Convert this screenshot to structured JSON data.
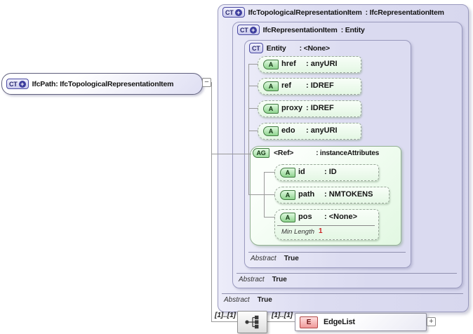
{
  "root": {
    "badge": "CT",
    "plus": "+",
    "name": "IfcPath",
    "type": ": IfcTopologicalRepresentationItem",
    "collapse": "−"
  },
  "outer": {
    "badge": "CT",
    "plus": "+",
    "name": "IfcTopologicalRepresentationItem",
    "type": ": IfcRepresentationItem",
    "abstract_label": "Abstract",
    "abstract_value": "True"
  },
  "repitem": {
    "badge": "CT",
    "plus": "+",
    "name": "IfcRepresentationItem",
    "type": ": Entity",
    "abstract_label": "Abstract",
    "abstract_value": "True"
  },
  "entity": {
    "badge": "CT",
    "name": "Entity",
    "type": ": <None>",
    "abstract_label": "Abstract",
    "abstract_value": "True",
    "attributes": [
      {
        "badge": "A",
        "name": "href",
        "type": ": anyURI"
      },
      {
        "badge": "A",
        "name": "ref",
        "type": ": IDREF"
      },
      {
        "badge": "A",
        "name": "proxy",
        "type": ": IDREF"
      },
      {
        "badge": "A",
        "name": "edo",
        "type": ": anyURI"
      }
    ]
  },
  "attr_group": {
    "badge": "AG",
    "name": "<Ref>",
    "type": ": instanceAttributes",
    "attributes": [
      {
        "badge": "A",
        "name": "id",
        "type": ": ID"
      },
      {
        "badge": "A",
        "name": "path",
        "type": ": NMTOKENS"
      },
      {
        "badge": "A",
        "name": "pos",
        "type": ": <None>",
        "facet_label": "Min Length",
        "facet_value": "1"
      }
    ]
  },
  "content": {
    "cardinality_1": "[1]..[1]",
    "cardinality_2": "[1]..[1]",
    "element": {
      "badge": "E",
      "name": "EdgeList",
      "expand": "+"
    }
  },
  "colors": {
    "container_fill": "#dcdcf1",
    "container_border": "#9a9abe",
    "attribute_fill": "#e8f8e8",
    "attribute_badge": "#8fd48f",
    "group_fill": "#e6f9e6",
    "ct_badge_fill": "#d5d5f2",
    "e_badge_fill": "#f09a9a",
    "connector": "#999999",
    "facet_value_red": "#cc2222"
  }
}
